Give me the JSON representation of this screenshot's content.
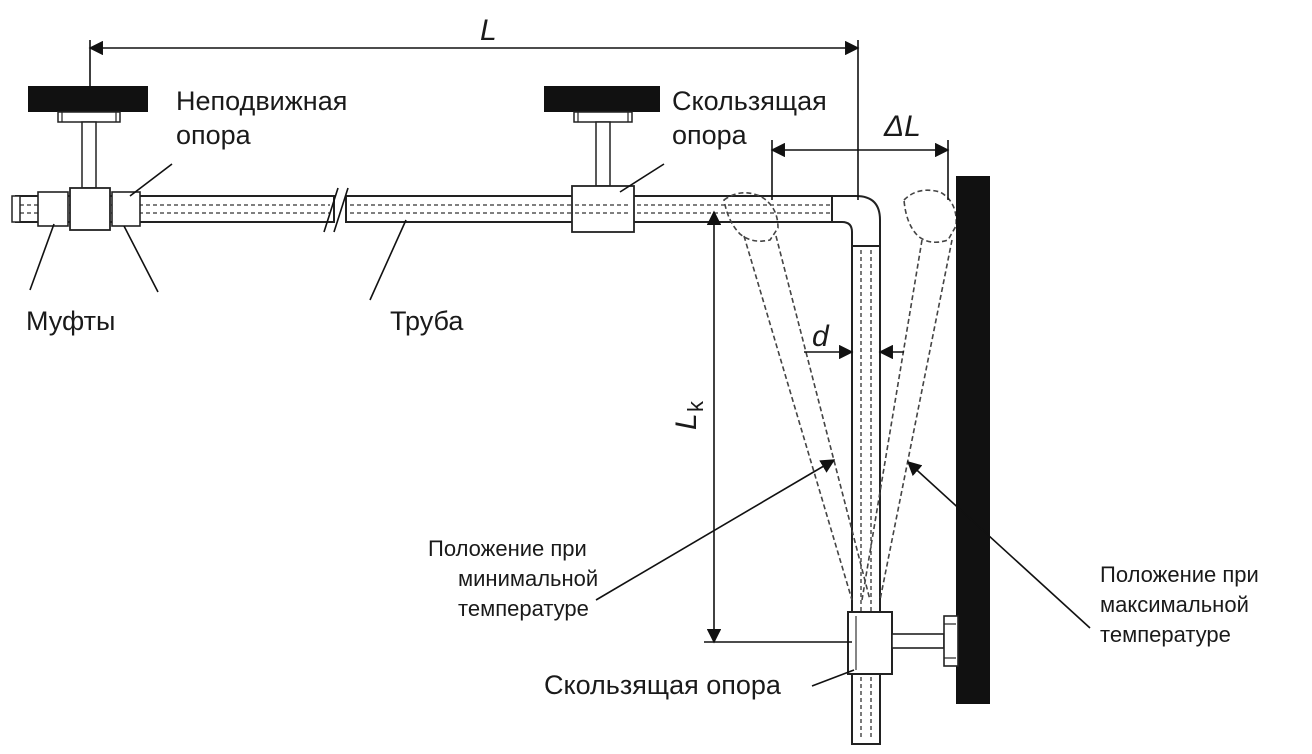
{
  "labels": {
    "L": "L",
    "deltaL": "ΔL",
    "d": "d",
    "Lk_main": "L",
    "Lk_sub": "k",
    "fixed_support_line1": "Неподвижная",
    "fixed_support_line2": "опора",
    "sliding_support_top_line1": "Скользящая",
    "sliding_support_top_line2": "опора",
    "couplings": "Муфты",
    "pipe": "Труба",
    "min_temp_line1": "Положение при",
    "min_temp_line2": "минимальной",
    "min_temp_line3": "температуре",
    "max_temp_line1": "Положение при",
    "max_temp_line2": "максимальной",
    "max_temp_line3": "температуре",
    "sliding_support_bottom": "Скользящая опора"
  },
  "colors": {
    "ink": "#111111",
    "paper": "#ffffff"
  }
}
